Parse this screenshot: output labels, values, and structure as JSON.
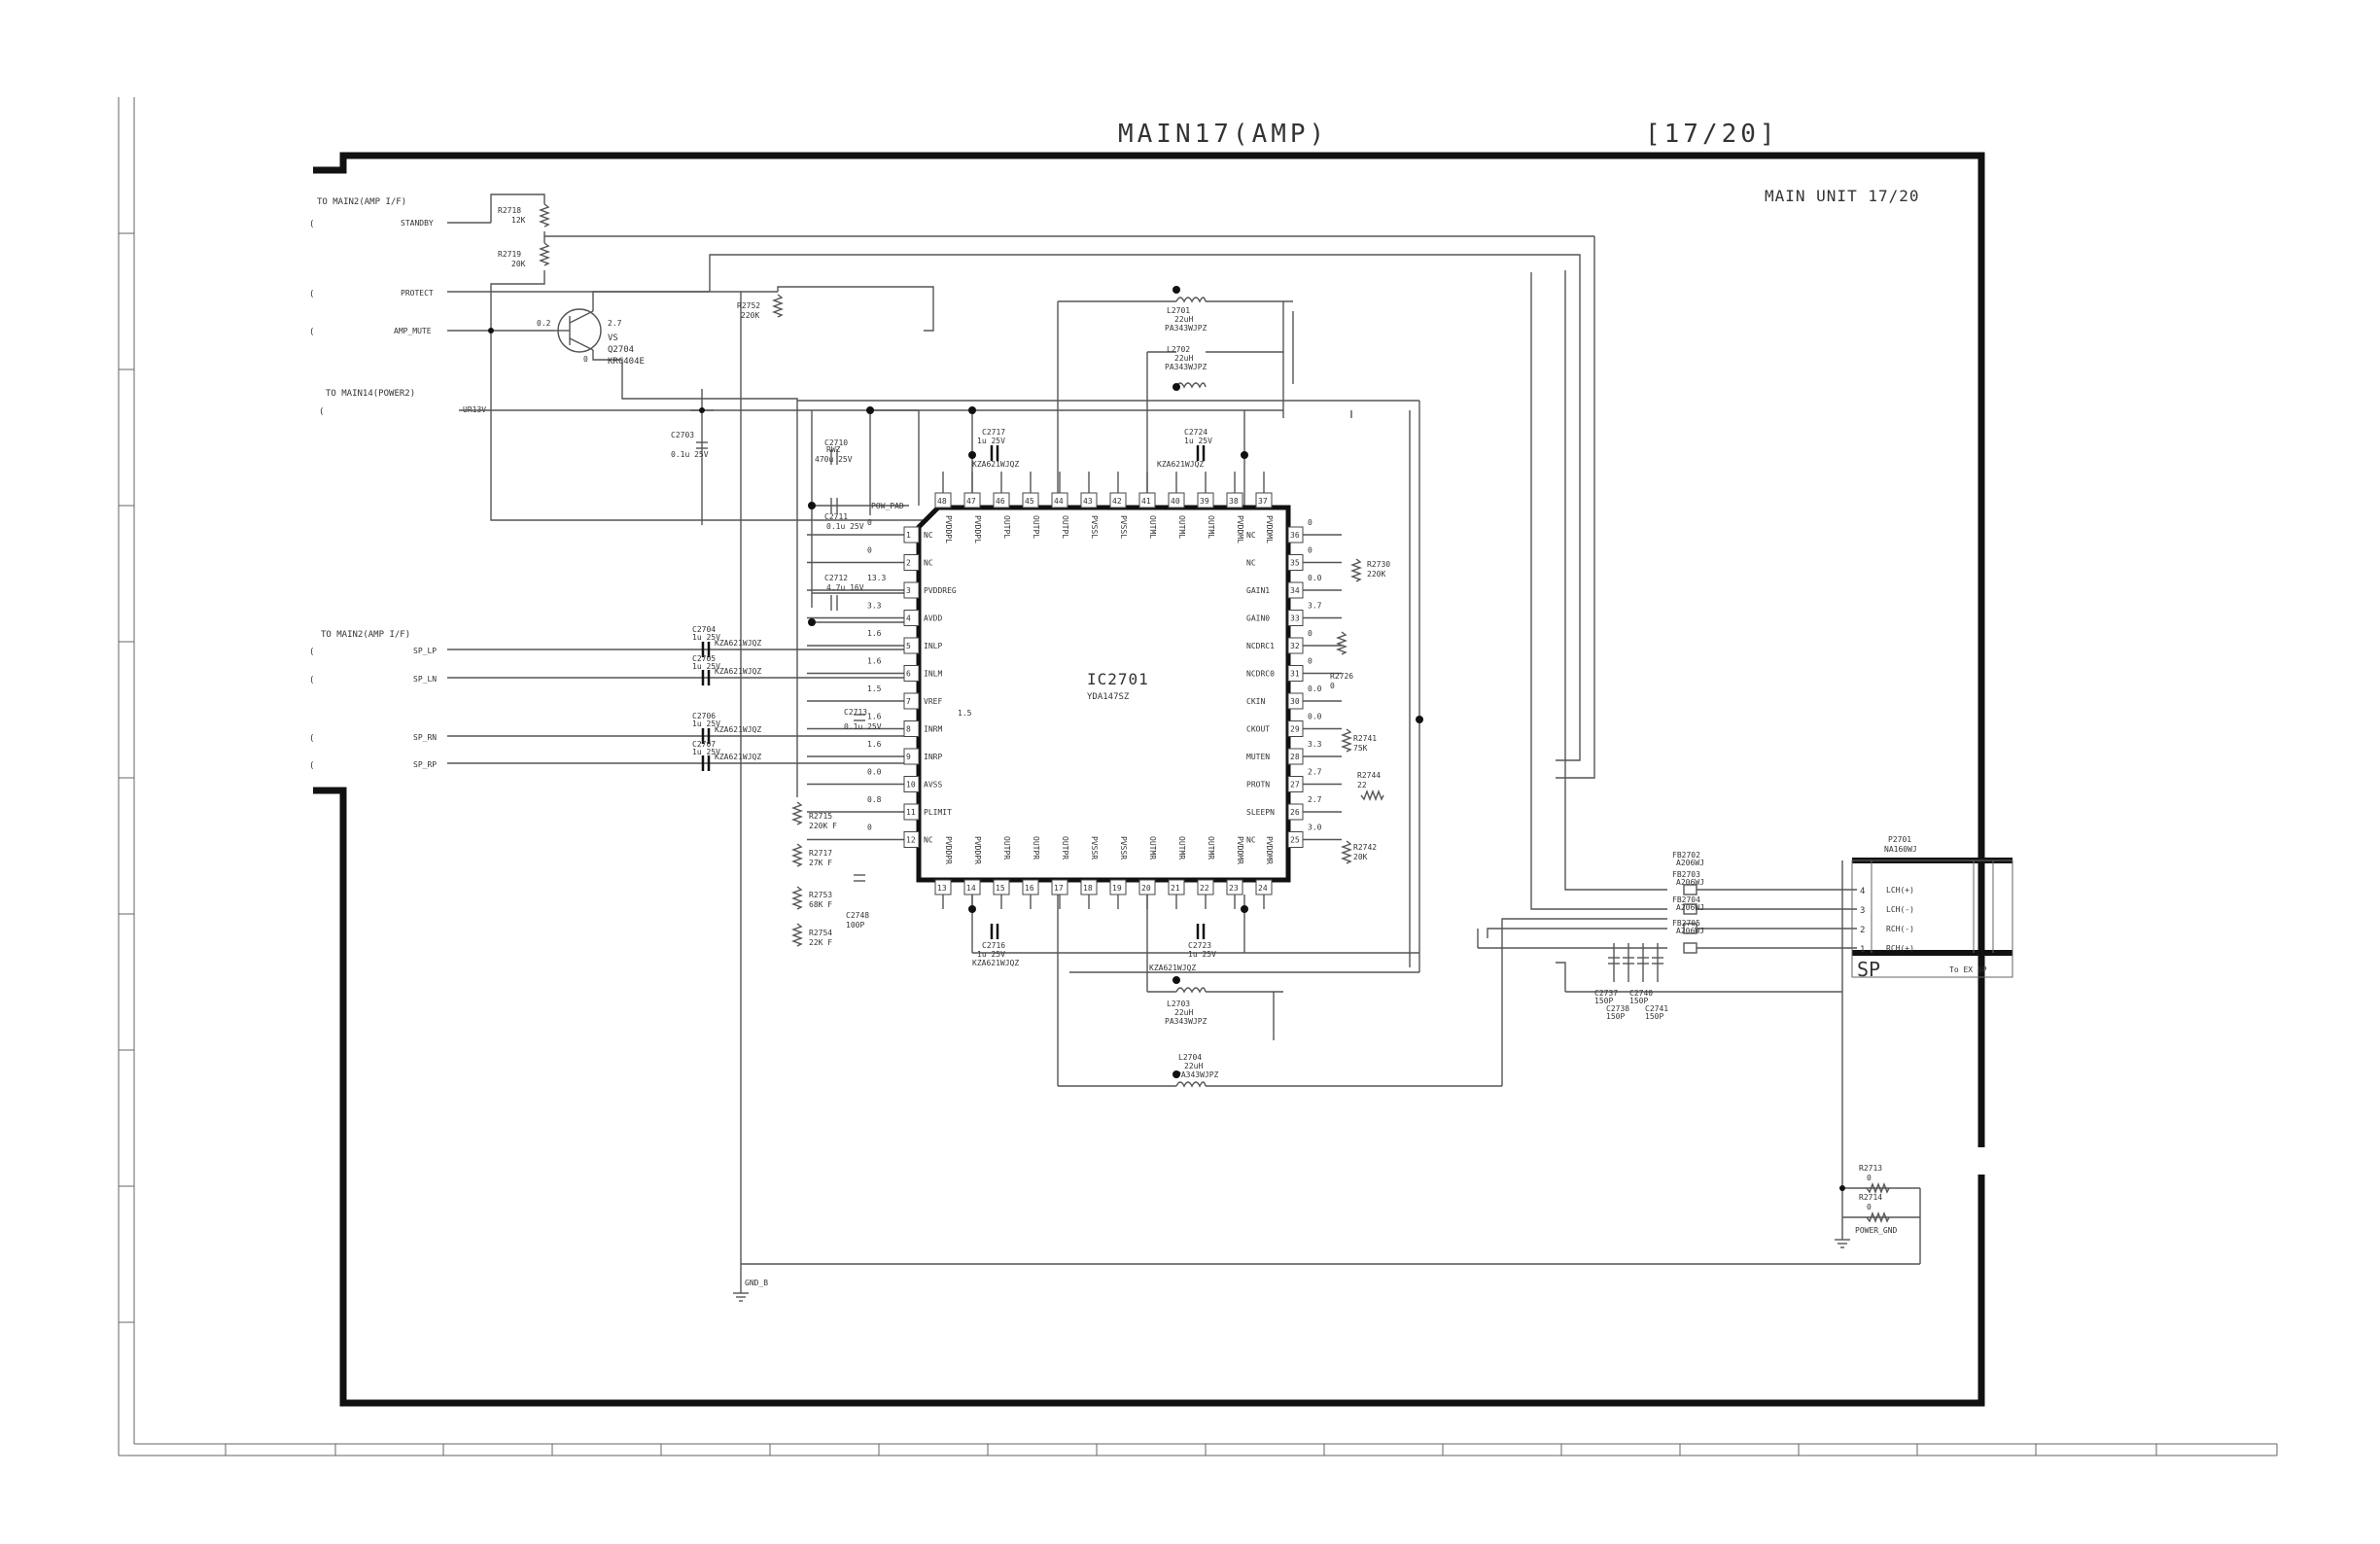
{
  "sheet": {
    "title": "MAIN17(AMP)",
    "page": "[17/20]",
    "unit": "MAIN UNIT 17/20"
  },
  "connectors_left": [
    {
      "title": "TO MAIN2(AMP I/F)",
      "nets": [
        "STANDBY",
        "PROTECT",
        "AMP_MUTE"
      ]
    },
    {
      "title": "TO MAIN14(POWER2)",
      "nets": [
        "UR13V"
      ]
    },
    {
      "title": "TO MAIN2(AMP I/F)",
      "nets": [
        "SP_LP",
        "SP_LN",
        "SP_RN",
        "SP_RP"
      ]
    }
  ],
  "transistor": {
    "ref": "Q2704",
    "part": "KRC404E",
    "label": "VS",
    "v_left": "0.2",
    "v_right": "2.7",
    "v_base": "0"
  },
  "ic": {
    "ref": "IC2701",
    "part": "YDA147SZ",
    "pow_pad": "POW_PAD"
  },
  "ic_pins_left": [
    {
      "num": "1",
      "name": "NC"
    },
    {
      "num": "2",
      "name": "NC"
    },
    {
      "num": "3",
      "name": "PVDDREG"
    },
    {
      "num": "4",
      "name": "AVDD"
    },
    {
      "num": "5",
      "name": "INLP"
    },
    {
      "num": "6",
      "name": "INLM"
    },
    {
      "num": "7",
      "name": "VREF"
    },
    {
      "num": "8",
      "name": "INRM"
    },
    {
      "num": "9",
      "name": "INRP"
    },
    {
      "num": "10",
      "name": "AVSS"
    },
    {
      "num": "11",
      "name": "PLIMIT"
    },
    {
      "num": "12",
      "name": "NC"
    }
  ],
  "ic_pins_right": [
    {
      "num": "36",
      "name": "NC"
    },
    {
      "num": "35",
      "name": "NC"
    },
    {
      "num": "34",
      "name": "GAIN1"
    },
    {
      "num": "33",
      "name": "GAIN0"
    },
    {
      "num": "32",
      "name": "NCDRC1"
    },
    {
      "num": "31",
      "name": "NCDRC0"
    },
    {
      "num": "30",
      "name": "CKIN"
    },
    {
      "num": "29",
      "name": "CKOUT"
    },
    {
      "num": "28",
      "name": "MUTEN"
    },
    {
      "num": "27",
      "name": "PROTN"
    },
    {
      "num": "26",
      "name": "SLEEPN"
    },
    {
      "num": "25",
      "name": "NC"
    }
  ],
  "ic_pins_top": [
    {
      "num": "48",
      "name": "PVDDPL"
    },
    {
      "num": "47",
      "name": "PVDDPL"
    },
    {
      "num": "46",
      "name": "OUTPL"
    },
    {
      "num": "45",
      "name": "OUTPL"
    },
    {
      "num": "44",
      "name": "OUTPL"
    },
    {
      "num": "43",
      "name": "PVSSL"
    },
    {
      "num": "42",
      "name": "PVSSL"
    },
    {
      "num": "41",
      "name": "OUTML"
    },
    {
      "num": "40",
      "name": "OUTML"
    },
    {
      "num": "39",
      "name": "OUTML"
    },
    {
      "num": "38",
      "name": "PVDDML"
    },
    {
      "num": "37",
      "name": "PVDDML"
    }
  ],
  "ic_pins_bottom": [
    {
      "num": "13",
      "name": "PVDDPR"
    },
    {
      "num": "14",
      "name": "PVDDPR"
    },
    {
      "num": "15",
      "name": "OUTPR"
    },
    {
      "num": "16",
      "name": "OUTPR"
    },
    {
      "num": "17",
      "name": "OUTPR"
    },
    {
      "num": "18",
      "name": "PVSSR"
    },
    {
      "num": "19",
      "name": "PVSSR"
    },
    {
      "num": "20",
      "name": "OUTMR"
    },
    {
      "num": "21",
      "name": "OUTMR"
    },
    {
      "num": "22",
      "name": "OUTMR"
    },
    {
      "num": "23",
      "name": "PVDDMR"
    },
    {
      "num": "24",
      "name": "PVDDMR"
    }
  ],
  "voltages_left": [
    "0",
    "0",
    "13.3",
    "3.3",
    "1.6",
    "1.6",
    "1.5",
    "1.6",
    "1.6",
    "0.0",
    "0.8",
    "0"
  ],
  "voltages_right": [
    "0",
    "0",
    "0.0",
    "3.7",
    "0",
    "0",
    "0.0",
    "0.0",
    "3.3",
    "2.7",
    "2.7",
    "3.0"
  ],
  "voltage_vref": "1.5",
  "resistors": [
    {
      "ref": "R2718",
      "value": "12K"
    },
    {
      "ref": "R2719",
      "value": "20K"
    },
    {
      "ref": "R2752",
      "value": "220K"
    },
    {
      "ref": "R2715",
      "value": "220K F"
    },
    {
      "ref": "R2717",
      "value": "27K F"
    },
    {
      "ref": "R2753",
      "value": "68K F"
    },
    {
      "ref": "R2754",
      "value": "22K F"
    },
    {
      "ref": "R2730",
      "value": "220K"
    },
    {
      "ref": "R2726",
      "value": "0"
    },
    {
      "ref": "R2741",
      "value": "75K"
    },
    {
      "ref": "R2744",
      "value": "22"
    },
    {
      "ref": "R2742",
      "value": "20K"
    },
    {
      "ref": "R2713",
      "value": "0"
    },
    {
      "ref": "R2714",
      "value": "0"
    }
  ],
  "capacitors": [
    {
      "ref": "C2710",
      "value": "470u 25V",
      "note": "RWZ"
    },
    {
      "ref": "C2711",
      "value": "0.1u 25V"
    },
    {
      "ref": "C2712",
      "value": "4.7u 16V"
    },
    {
      "ref": "C2713",
      "value": "0.1u 25V"
    },
    {
      "ref": "C2704",
      "value": "1u 25V",
      "part": "KZA621WJQZ"
    },
    {
      "ref": "C2705",
      "value": "1u 25V",
      "part": "KZA621WJQZ"
    },
    {
      "ref": "C2706",
      "value": "1u 25V",
      "part": "KZA621WJQZ"
    },
    {
      "ref": "C2707",
      "value": "1u 25V",
      "part": "KZA621WJQZ"
    },
    {
      "ref": "C2717",
      "value": "1u 25V",
      "part": "KZA621WJQZ"
    },
    {
      "ref": "C2724",
      "value": "1u 25V",
      "part": "KZA621WJQZ"
    },
    {
      "ref": "C2716",
      "value": "1u 25V",
      "part": "KZA621WJQZ"
    },
    {
      "ref": "C2723",
      "value": "1u 25V",
      "part": "KZA621WJQZ"
    },
    {
      "ref": "C2748",
      "value": "100P"
    },
    {
      "ref": "C2703",
      "value": "0.1u 25V"
    },
    {
      "ref": "C2737",
      "value": "150P"
    },
    {
      "ref": "C2738",
      "value": "150P"
    },
    {
      "ref": "C2740",
      "value": "150P"
    },
    {
      "ref": "C2741",
      "value": "150P"
    }
  ],
  "inductors": [
    {
      "ref": "L2701",
      "value": "22uH",
      "part": "PA343WJPZ"
    },
    {
      "ref": "L2702",
      "value": "22uH",
      "part": "PA343WJPZ"
    },
    {
      "ref": "L2703",
      "value": "22uH",
      "part": "PA343WJPZ"
    },
    {
      "ref": "L2704",
      "value": "22uH",
      "part": "PA343WJPZ"
    }
  ],
  "ferrites": [
    {
      "ref": "FB2702",
      "part": "A206WJ"
    },
    {
      "ref": "FB2703",
      "part": "A206WJ"
    },
    {
      "ref": "FB2704",
      "part": "A206WJ"
    },
    {
      "ref": "FB2705",
      "part": "A206WJ"
    }
  ],
  "output_connector": {
    "ref": "P2701",
    "part": "NA160WJ",
    "label": "SP",
    "dest": "To EX SP",
    "pins": [
      {
        "num": "4",
        "name": "LCH(+)"
      },
      {
        "num": "3",
        "name": "LCH(-)"
      },
      {
        "num": "2",
        "name": "RCH(-)"
      },
      {
        "num": "1",
        "name": "RCH(+)"
      }
    ]
  },
  "grounds": {
    "gnd_b": "GND_B",
    "power_gnd": "POWER_GND"
  }
}
